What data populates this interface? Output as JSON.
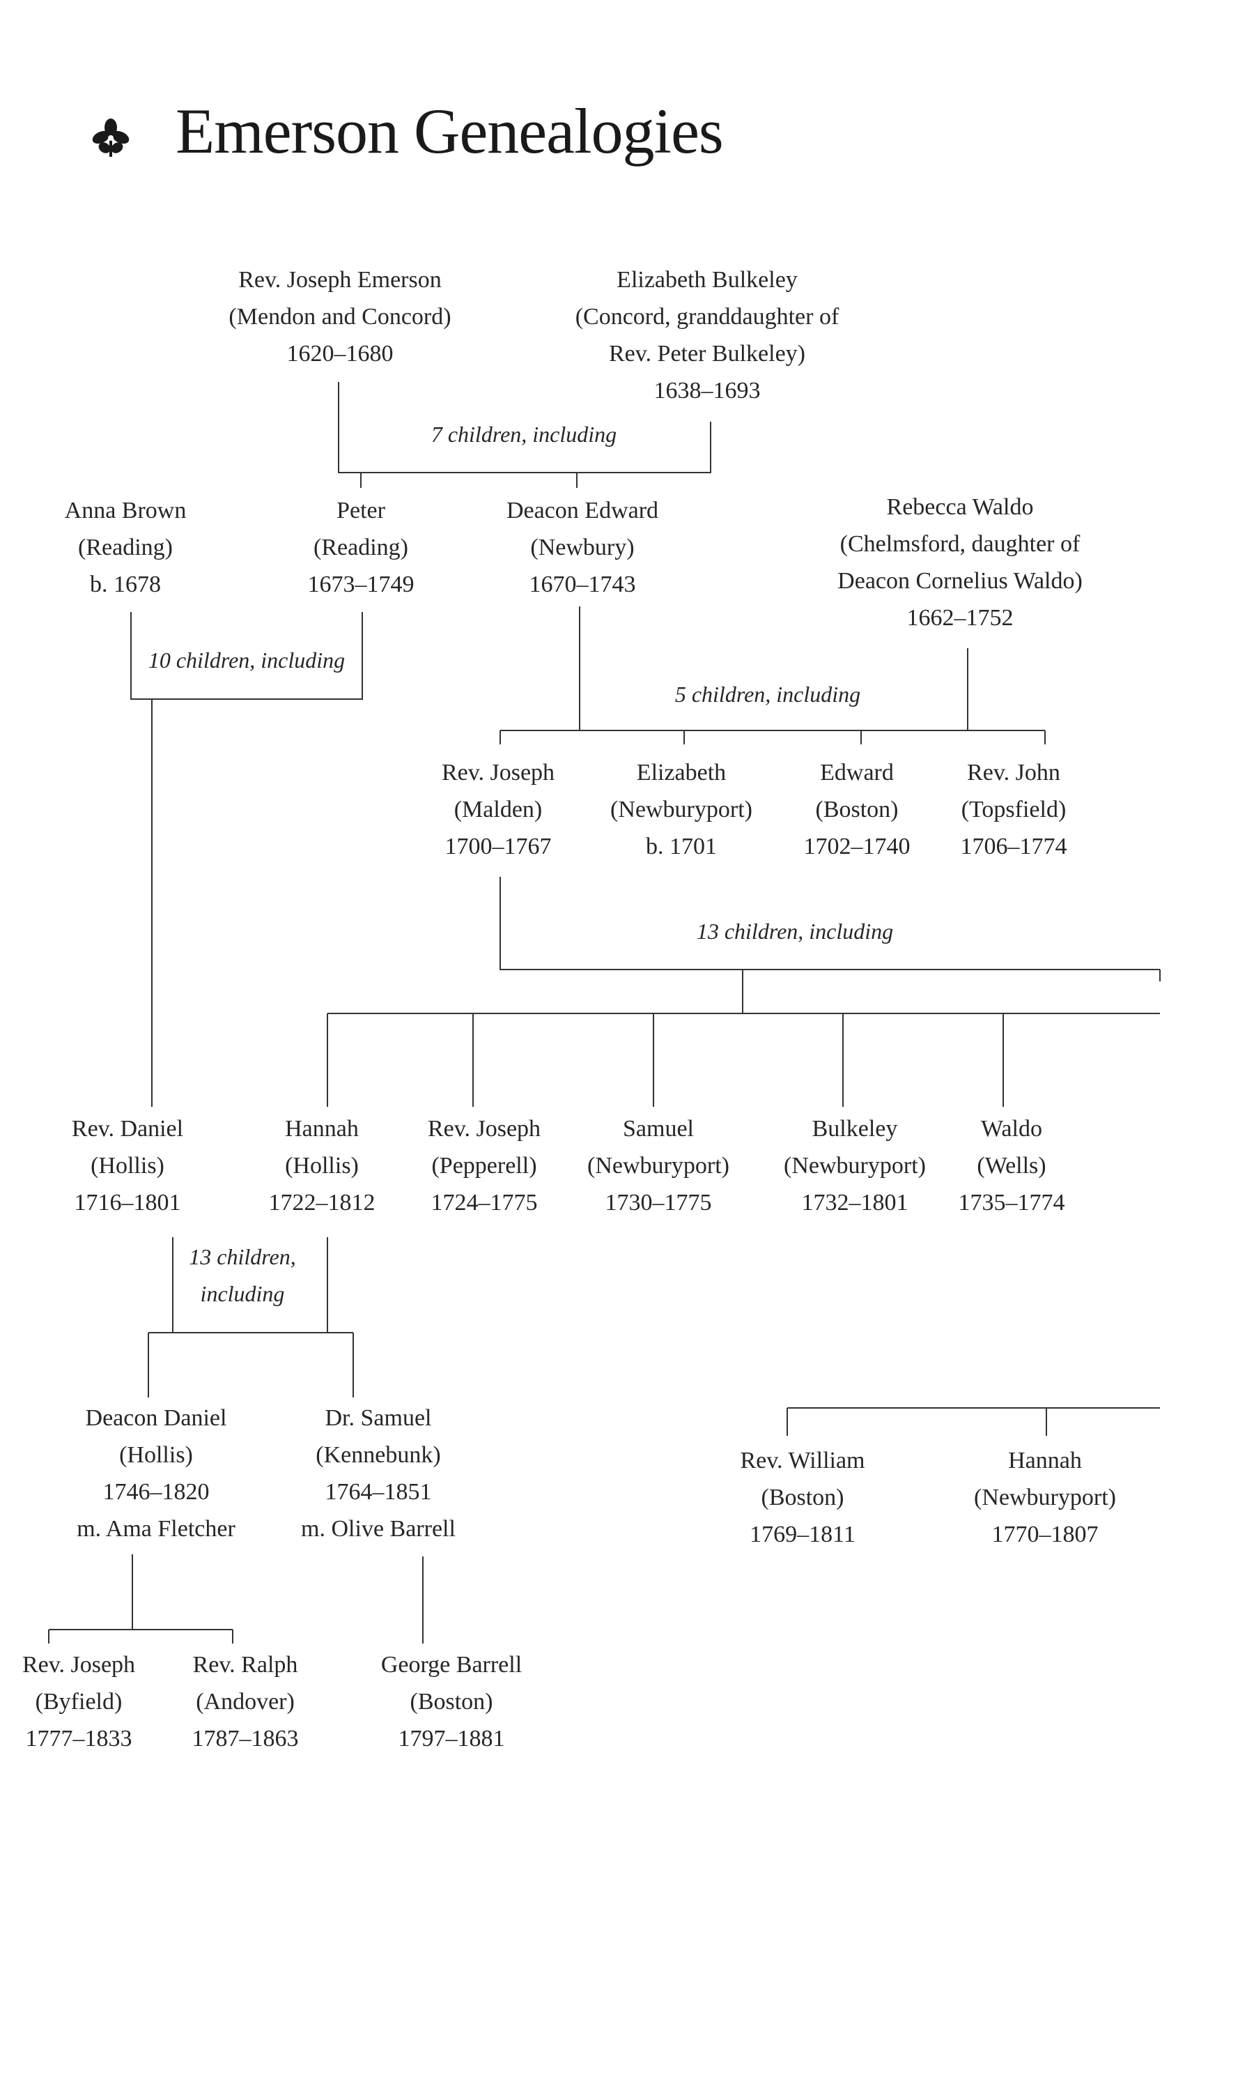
{
  "title": "Emerson Genealogies",
  "icons": {
    "ornament": "leaf-ornament-icon"
  },
  "colors": {
    "ink": "#262626",
    "lines": "#333333",
    "background": "#ffffff"
  },
  "people": {
    "rev_joseph_emerson": {
      "lines": [
        "Rev. Joseph Emerson",
        "(Mendon and Concord)",
        "1620–1680"
      ]
    },
    "elizabeth_bulkeley": {
      "lines": [
        "Elizabeth Bulkeley",
        "(Concord, granddaughter of",
        "Rev. Peter Bulkeley)",
        "1638–1693"
      ]
    },
    "anna_brown": {
      "lines": [
        "Anna Brown",
        "(Reading)",
        "b. 1678"
      ]
    },
    "peter": {
      "lines": [
        "Peter",
        "(Reading)",
        "1673–1749"
      ]
    },
    "deacon_edward": {
      "lines": [
        "Deacon Edward",
        "(Newbury)",
        "1670–1743"
      ]
    },
    "rebecca_waldo": {
      "lines": [
        "Rebecca Waldo",
        "(Chelmsford, daughter of",
        "Deacon Cornelius Waldo)",
        "1662–1752"
      ]
    },
    "rev_joseph_malden": {
      "lines": [
        "Rev. Joseph",
        "(Malden)",
        "1700–1767"
      ]
    },
    "elizabeth_newburyport": {
      "lines": [
        "Elizabeth",
        "(Newburyport)",
        "b. 1701"
      ]
    },
    "edward_boston": {
      "lines": [
        "Edward",
        "(Boston)",
        "1702–1740"
      ]
    },
    "rev_john": {
      "lines": [
        "Rev. John",
        "(Topsfield)",
        "1706–1774"
      ]
    },
    "rev_daniel": {
      "lines": [
        "Rev. Daniel",
        "(Hollis)",
        "1716–1801"
      ]
    },
    "hannah_hollis": {
      "lines": [
        "Hannah",
        "(Hollis)",
        "1722–1812"
      ]
    },
    "rev_joseph_pepperell": {
      "lines": [
        "Rev. Joseph",
        "(Pepperell)",
        "1724–1775"
      ]
    },
    "samuel": {
      "lines": [
        "Samuel",
        "(Newburyport)",
        "1730–1775"
      ]
    },
    "bulkeley": {
      "lines": [
        "Bulkeley",
        "(Newburyport)",
        "1732–1801"
      ]
    },
    "waldo": {
      "lines": [
        "Waldo",
        "(Wells)",
        "1735–1774"
      ]
    },
    "deacon_daniel": {
      "lines": [
        "Deacon Daniel",
        "(Hollis)",
        "1746–1820",
        "m. Ama Fletcher"
      ]
    },
    "dr_samuel": {
      "lines": [
        "Dr. Samuel",
        "(Kennebunk)",
        "1764–1851",
        "m. Olive Barrell"
      ]
    },
    "rev_william": {
      "lines": [
        "Rev. William",
        "(Boston)",
        "1769–1811"
      ]
    },
    "hannah_newburyport": {
      "lines": [
        "Hannah",
        "(Newburyport)",
        "1770–1807"
      ]
    },
    "rev_joseph_byfield": {
      "lines": [
        "Rev. Joseph",
        "(Byfield)",
        "1777–1833"
      ]
    },
    "rev_ralph": {
      "lines": [
        "Rev. Ralph",
        "(Andover)",
        "1787–1863"
      ]
    },
    "george_barrell": {
      "lines": [
        "George Barrell",
        "(Boston)",
        "1797–1881"
      ]
    }
  },
  "captions": {
    "c7": {
      "lines": [
        "7 children, including"
      ]
    },
    "c10": {
      "lines": [
        "10 children, including"
      ]
    },
    "c5": {
      "lines": [
        "5 children, including"
      ]
    },
    "c13a": {
      "lines": [
        "13 children, including"
      ]
    },
    "c13b": {
      "lines": [
        "13 children,",
        "including"
      ]
    }
  }
}
